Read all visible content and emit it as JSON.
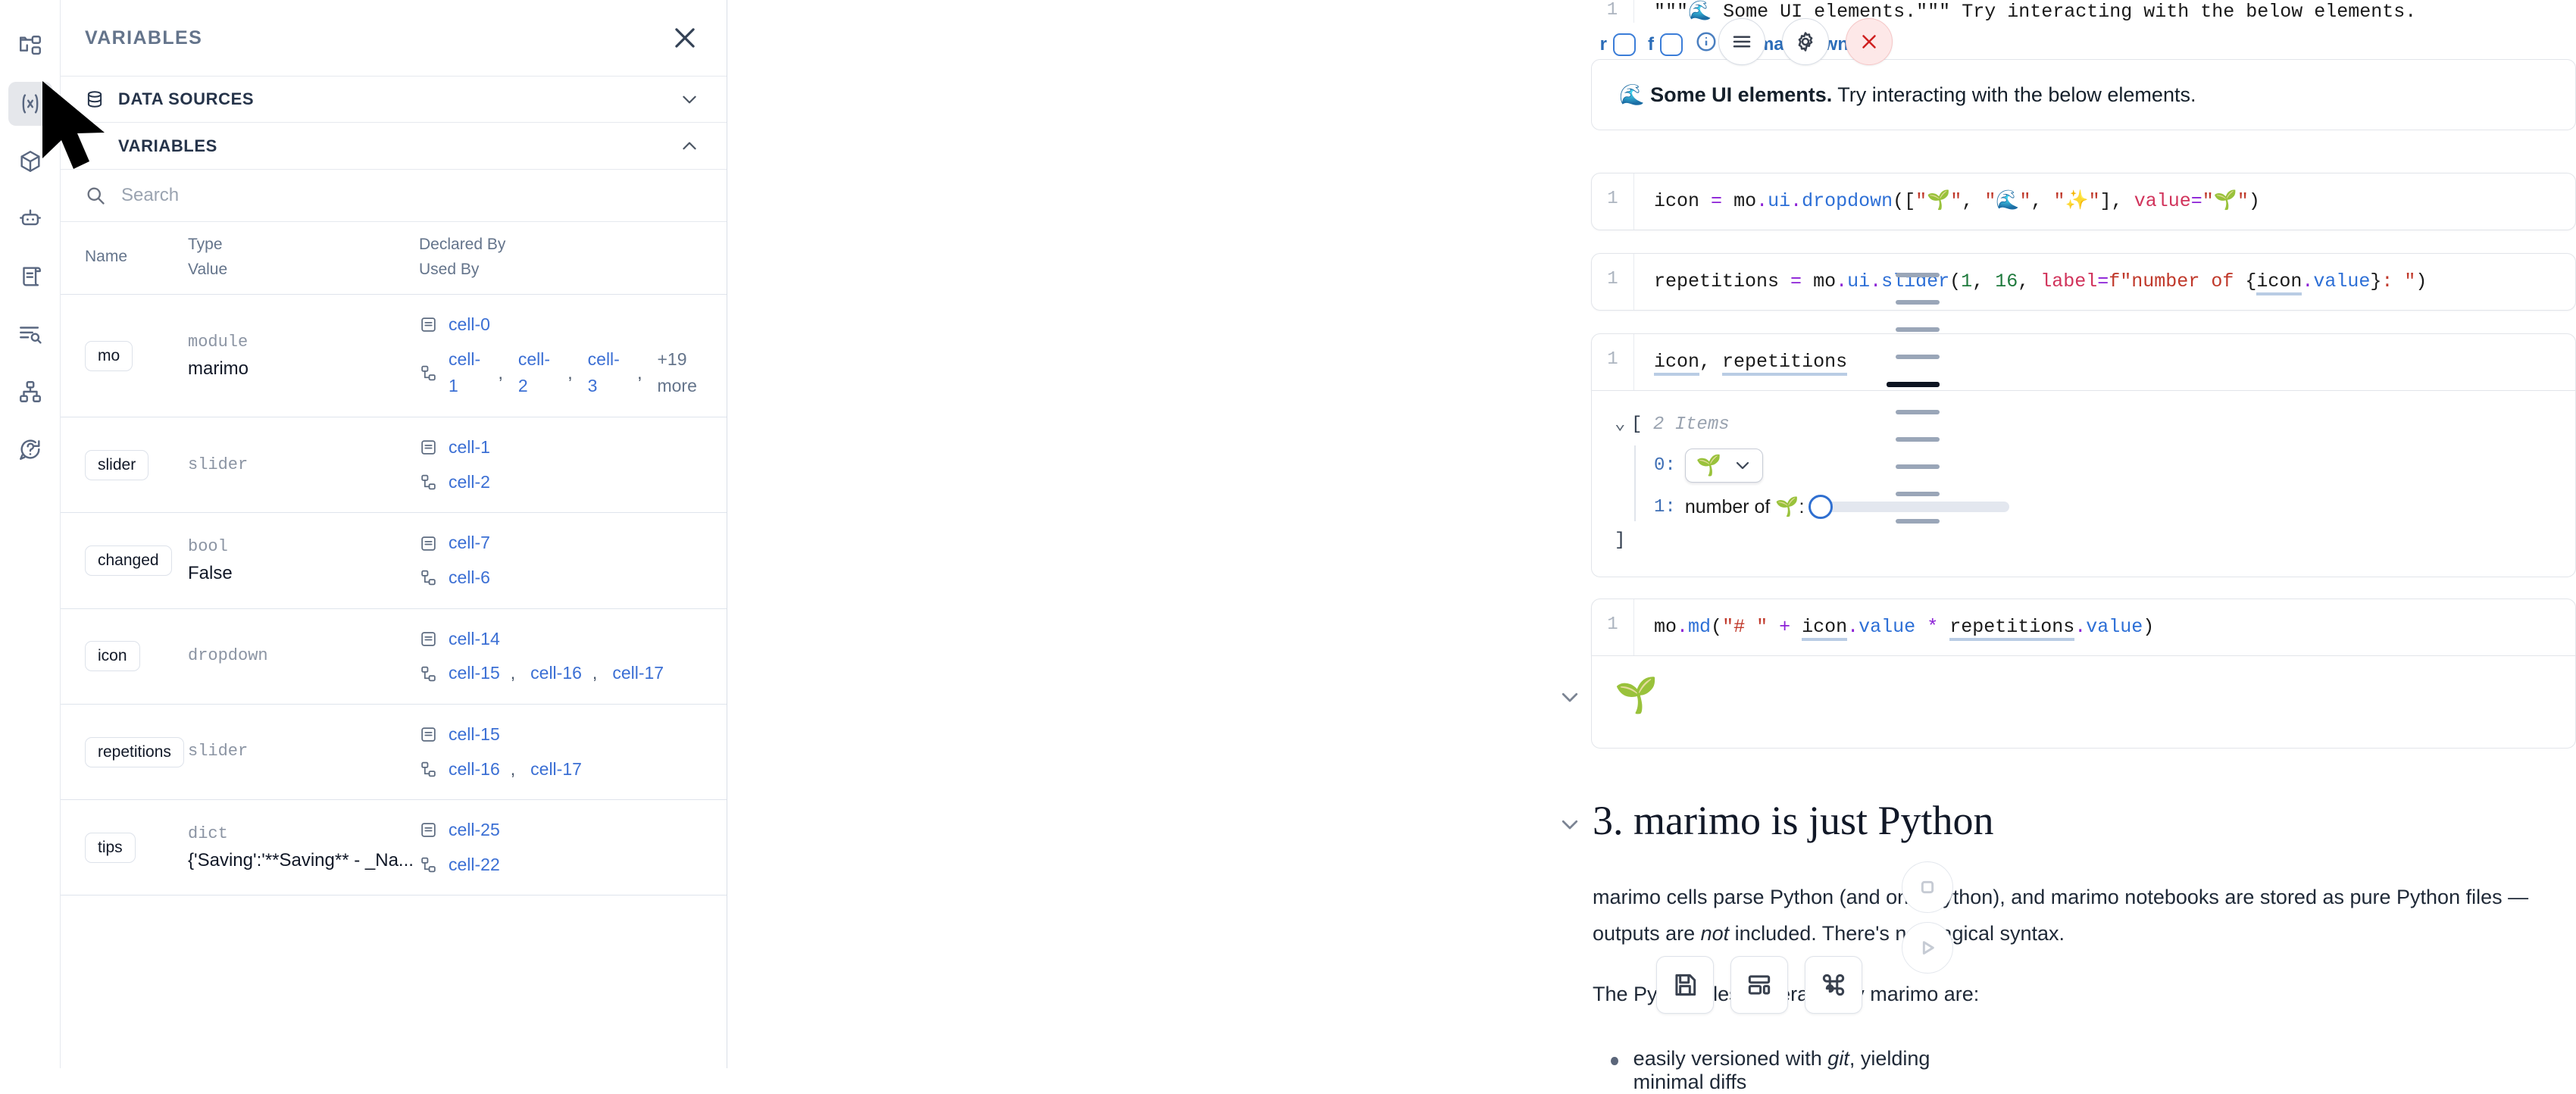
{
  "activity_bar": {
    "items": [
      {
        "name": "file-explorer-icon",
        "label": "File explorer"
      },
      {
        "name": "variables-icon",
        "label": "Variables",
        "active": true
      },
      {
        "name": "packages-icon",
        "label": "Packages"
      },
      {
        "name": "chat-bot-icon",
        "label": "Chat"
      },
      {
        "name": "scratchpad-icon",
        "label": "Scratchpad"
      },
      {
        "name": "logs-icon",
        "label": "Logs"
      },
      {
        "name": "dependency-graph-icon",
        "label": "Dependency graph"
      },
      {
        "name": "help-icon",
        "label": "Help"
      }
    ]
  },
  "panel": {
    "title": "VARIABLES",
    "close_label": "Close",
    "sections": [
      {
        "label": "DATA SOURCES",
        "expanded": false
      },
      {
        "label": "VARIABLES",
        "expanded": true
      }
    ],
    "search": {
      "value": "",
      "placeholder": "Search"
    },
    "table": {
      "headers": {
        "name": "Name",
        "type": "Type",
        "value": "Value",
        "declared_by": "Declared By",
        "used_by": "Used By"
      },
      "rows": [
        {
          "name": "mo",
          "type": "module",
          "value": "marimo",
          "declared_by": [
            "cell-0"
          ],
          "used_by": [
            "cell-1",
            "cell-2",
            "cell-3"
          ],
          "used_by_more": "+19 more"
        },
        {
          "name": "slider",
          "type": "slider",
          "value": "",
          "declared_by": [
            "cell-1"
          ],
          "used_by": [
            "cell-2"
          ],
          "used_by_more": ""
        },
        {
          "name": "changed",
          "type": "bool",
          "value": "False",
          "declared_by": [
            "cell-7"
          ],
          "used_by": [
            "cell-6"
          ],
          "used_by_more": ""
        },
        {
          "name": "icon",
          "type": "dropdown",
          "value": "",
          "declared_by": [
            "cell-14"
          ],
          "used_by": [
            "cell-15",
            "cell-16",
            "cell-17"
          ],
          "used_by_more": ""
        },
        {
          "name": "repetitions",
          "type": "slider",
          "value": "",
          "declared_by": [
            "cell-15"
          ],
          "used_by": [
            "cell-16",
            "cell-17"
          ],
          "used_by_more": ""
        },
        {
          "name": "tips",
          "type": "dict",
          "value": "{'Saving':'**Saving** - _Na...",
          "declared_by": [
            "cell-25"
          ],
          "used_by": [
            "cell-22"
          ],
          "used_by_more": ""
        }
      ]
    }
  },
  "notebook": {
    "top_partial_code": "\"\"\"🌊 Some UI elements.\"\"\" Try interacting with the below elements.",
    "cell_toolbar": {
      "r_label": "r",
      "f_label": "f",
      "language": "markdown"
    },
    "markdown_output": {
      "emoji": "🌊",
      "bold": "Some UI elements.",
      "rest": " Try interacting with the below elements."
    },
    "cells": [
      {
        "line_number": "1",
        "code_html": "icon = mo.ui.dropdown([\"\\ud83c\\udf31\", \"\\ud83c\\udf0a\", \"\\u2728\"], value=\"\\ud83c\\udf31\")"
      },
      {
        "line_number": "1",
        "code_html": "repetitions = mo.ui.slider(1, 16, label=f\"number of {icon.value}: \")"
      },
      {
        "line_number": "1",
        "code_html": "icon, repetitions"
      },
      {
        "line_number": "1",
        "code_html": "mo.md(\"# \" + icon.value * repetitions.value)"
      }
    ],
    "tree_output": {
      "open_bracket": "[",
      "items_label": "2 Items",
      "close_bracket": "]",
      "index_0": "0:",
      "index_1": "1:",
      "dropdown_value": "🌱",
      "slider_label": "number of 🌱:",
      "slider_value": 1,
      "slider_min": 1,
      "slider_max": 16
    },
    "md_result_emoji": "🌱",
    "heading": "3. marimo is just Python",
    "paragraph_1_part1": "marimo cells parse Python (and only Python), and marimo notebooks are stored as pure Python files — outputs are ",
    "paragraph_1_italic": "not",
    "paragraph_1_part2": " included. There's no magical syntax.",
    "paragraph_2": "The Python files generated by marimo are:",
    "bullet_1_pre": "easily versioned with ",
    "bullet_1_italic": "git",
    "bullet_1_post": ", yielding minimal diffs"
  },
  "top_controls": [
    {
      "name": "menu-icon",
      "label": "Menu"
    },
    {
      "name": "gear-icon",
      "label": "Settings"
    },
    {
      "name": "close-icon",
      "label": "Close"
    }
  ],
  "bottom_controls": [
    {
      "name": "save-icon",
      "label": "Save"
    },
    {
      "name": "layout-icon",
      "label": "Layout"
    },
    {
      "name": "command-icon",
      "label": "Command palette"
    },
    {
      "name": "stop-icon",
      "label": "Interrupt"
    },
    {
      "name": "run-icon",
      "label": "Run"
    }
  ],
  "minimap": {
    "marks": [
      {
        "active": false
      },
      {
        "active": false
      },
      {
        "active": false
      },
      {
        "active": false
      },
      {
        "active": true
      },
      {
        "active": false
      },
      {
        "active": false
      },
      {
        "active": false
      },
      {
        "active": false
      },
      {
        "active": false
      }
    ]
  },
  "colors": {
    "accent_link": "#3b6fd4",
    "toolbar_blue": "#2b6cb8",
    "danger": "#cf2020",
    "muted": "#64748b"
  }
}
